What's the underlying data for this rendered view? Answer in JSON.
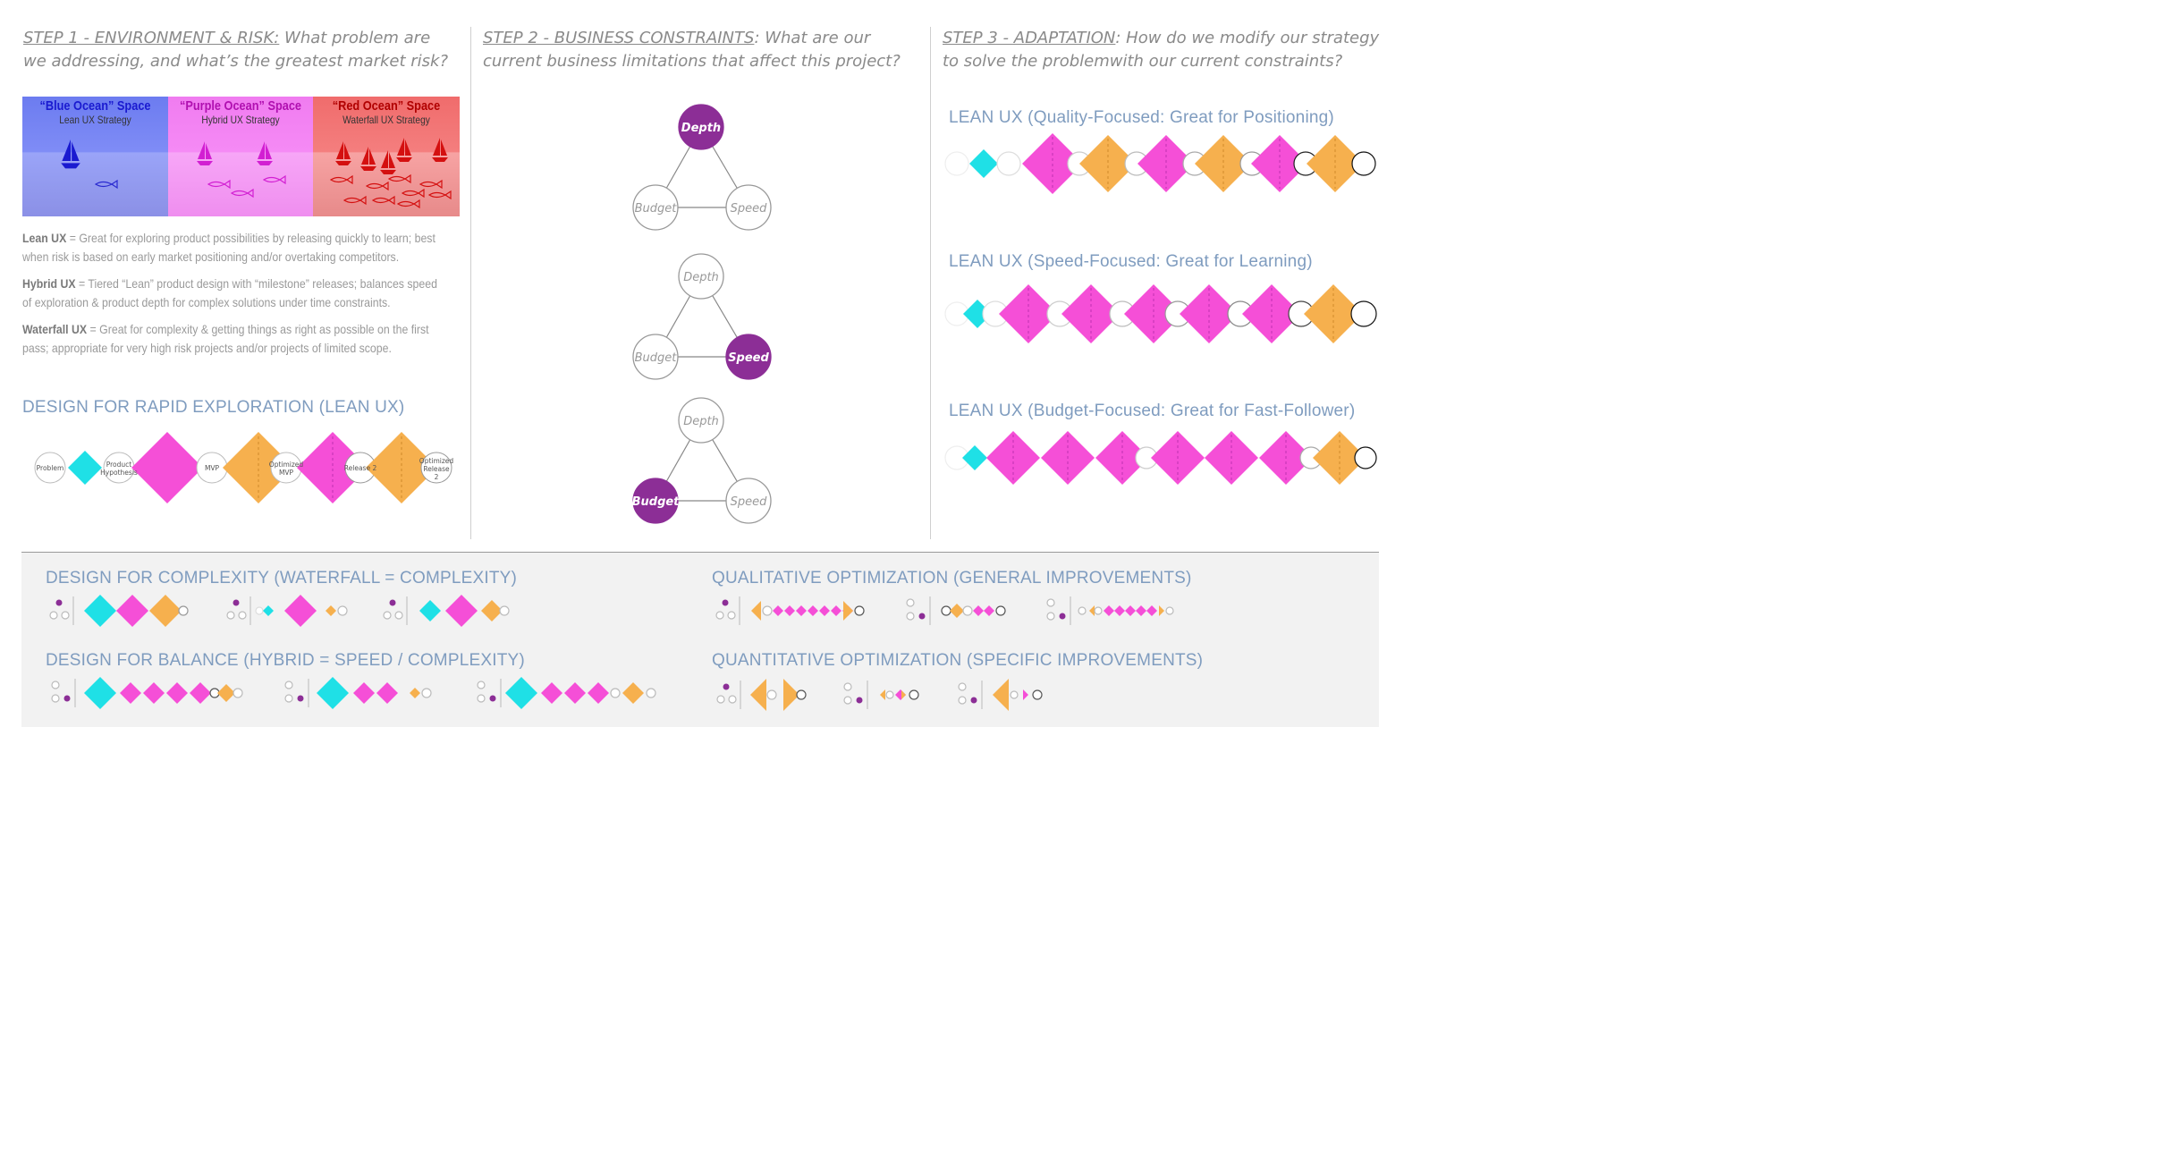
{
  "steps": [
    {
      "title": "STEP 1 - ENVIRONMENT & RISK:",
      "question_line1": " What problem are",
      "question_line2": "we addressing, and what’s the greatest market risk?"
    },
    {
      "title": "STEP 2 - BUSINESS CONSTRAINTS",
      "question_line1": ": What are our",
      "question_line2": "current business limitations that affect this project?"
    },
    {
      "title": "STEP 3 - ADAPTATION",
      "question_line1": ": How do we modify our strategy",
      "question_line2": "to solve the problemwith our current constraints?"
    }
  ],
  "oceans": [
    {
      "title": "“Blue Ocean” Space",
      "subtitle": "Lean UX Strategy",
      "color": "#1a1ad0"
    },
    {
      "title": "“Purple Ocean” Space",
      "subtitle": "Hybrid UX Strategy",
      "color": "#d21fd2"
    },
    {
      "title": "“Red Ocean” Space",
      "subtitle": "Waterfall UX Strategy",
      "color": "#d41010"
    }
  ],
  "definitions": [
    {
      "term": "Lean UX",
      "text": " = Great for exploring product possibilities by releasing quickly to learn; best when risk is based on early market positioning and/or overtaking competitors."
    },
    {
      "term": "Hybrid UX",
      "text": " = Tiered “Lean” product design with “milestone” releases; balances speed of exploration & product depth for complex solutions under time constraints."
    },
    {
      "term": "Waterfall UX",
      "text": " = Great for complexity & getting things as right as possible on the first pass; appropriate for very high risk projects and/or projects of limited scope."
    }
  ],
  "rapid": {
    "title": "DESIGN FOR RAPID EXPLORATION (LEAN UX)",
    "nodes": [
      "Problem",
      "Product Hypothesis",
      "MVP",
      "Optimized MVP",
      "Release 2",
      "Optimized Release 2"
    ]
  },
  "triangles": [
    {
      "depth": "Depth",
      "budget": "Budget",
      "speed": "Speed",
      "highlight": "depth"
    },
    {
      "depth": "Depth",
      "budget": "Budget",
      "speed": "Speed",
      "highlight": "speed"
    },
    {
      "depth": "Depth",
      "budget": "Budget",
      "speed": "Speed",
      "highlight": "budget"
    }
  ],
  "lean_flows": [
    {
      "title": "LEAN UX (Quality-Focused: Great for Positioning)"
    },
    {
      "title": "LEAN UX (Speed-Focused: Great for Learning)"
    },
    {
      "title": "LEAN UX (Budget-Focused: Great for Fast-Follower)"
    }
  ],
  "bottom": {
    "complexity": "DESIGN FOR COMPLEXITY (WATERFALL = COMPLEXITY)",
    "balance": "DESIGN FOR BALANCE (HYBRID = SPEED / COMPLEXITY)",
    "qualitative": "QUALITATIVE OPTIMIZATION (GENERAL IMPROVEMENTS)",
    "quantitative": "QUANTITATIVE OPTIMIZATION (SPECIFIC IMPROVEMENTS)"
  },
  "colors": {
    "magenta": "#f54fd7",
    "orange": "#f6b04e",
    "cyan": "#1fe0e6",
    "purple": "#8c2e96",
    "label_blue": "#7f9cbf"
  }
}
